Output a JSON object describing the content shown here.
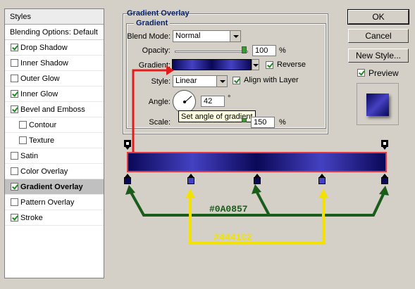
{
  "styles_panel": {
    "header": "Styles",
    "blending_options": "Blending Options: Default",
    "items": [
      {
        "label": "Drop Shadow",
        "checked": true
      },
      {
        "label": "Inner Shadow",
        "checked": false
      },
      {
        "label": "Outer Glow",
        "checked": false
      },
      {
        "label": "Inner Glow",
        "checked": true
      },
      {
        "label": "Bevel and Emboss",
        "checked": true
      },
      {
        "label": "Contour",
        "checked": false
      },
      {
        "label": "Texture",
        "checked": false
      },
      {
        "label": "Satin",
        "checked": false
      },
      {
        "label": "Color Overlay",
        "checked": false
      },
      {
        "label": "Gradient Overlay",
        "checked": true,
        "selected": true
      },
      {
        "label": "Pattern Overlay",
        "checked": false
      },
      {
        "label": "Stroke",
        "checked": true
      }
    ]
  },
  "panel": {
    "title": "Gradient Overlay",
    "group_title": "Gradient",
    "blend_mode_label": "Blend Mode:",
    "blend_mode_value": "Normal",
    "opacity_label": "Opacity:",
    "opacity_value": "100",
    "opacity_unit": "%",
    "gradient_label": "Gradient:",
    "reverse_label": "Reverse",
    "reverse_checked": true,
    "style_label": "Style:",
    "style_value": "Linear",
    "align_label": "Align with Layer",
    "align_checked": true,
    "angle_label": "Angle:",
    "angle_value": "42",
    "angle_unit": "°",
    "scale_label": "Scale:",
    "scale_value": "150",
    "scale_unit": "%",
    "tooltip": "Set angle of gradient"
  },
  "buttons": {
    "ok": "OK",
    "cancel": "Cancel",
    "new_style": "New Style...",
    "preview_label": "Preview",
    "preview_checked": true
  },
  "gradient_colors": {
    "dark": "#0A0857",
    "light": "#4441C2"
  },
  "annotations": {
    "dark_hex": "#0A0857",
    "light_hex": "#4441C2",
    "arrow_red": "#e21b1b",
    "arrow_green": "#1a5c1a",
    "arrow_yellow": "#f3e200"
  }
}
